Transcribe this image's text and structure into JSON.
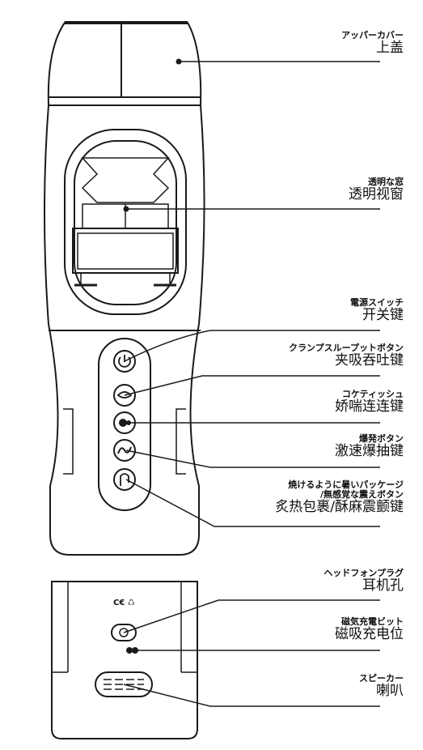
{
  "labels": [
    {
      "id": "upper-cover",
      "ja": "アッパーカバー",
      "zh": "上盖"
    },
    {
      "id": "window",
      "ja": "透明な窓",
      "zh": "透明视窗"
    },
    {
      "id": "power",
      "ja": "電源スイッチ",
      "zh": "开关键"
    },
    {
      "id": "clamp",
      "ja": "クランプスループットボタン",
      "zh": "夹吸吞吐键"
    },
    {
      "id": "coquette",
      "ja": "コケティッシュ",
      "zh": "娇喘连连键"
    },
    {
      "id": "burst",
      "ja": "爆発ボタン",
      "zh": "激速爆抽键"
    },
    {
      "id": "heat",
      "ja": "焼けるように暑いパッケージ",
      "ja2": "/無感覚な震えボタン",
      "zh": "炙热包裹/酥麻震颤键"
    },
    {
      "id": "headphone",
      "ja": "ヘッドフォンプラグ",
      "zh": "耳机孔"
    },
    {
      "id": "magnetic",
      "ja": "磁気充電ビット",
      "zh": "磁吸充电位"
    },
    {
      "id": "speaker",
      "ja": "スピーカー",
      "zh": "喇叭"
    }
  ],
  "bottom": {
    "cert_mark": "C€ ♺"
  },
  "colors": {
    "outline": "#1a1a1a",
    "background": "#ffffff"
  }
}
